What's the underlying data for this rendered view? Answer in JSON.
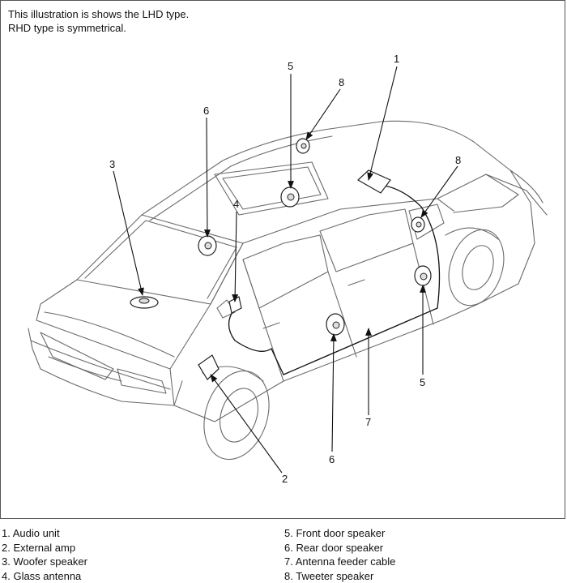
{
  "note": {
    "line1": "This illustration is shows the LHD type.",
    "line2": "RHD type is symmetrical."
  },
  "callouts": {
    "c1": "1",
    "c2": "2",
    "c3": "3",
    "c4": "4",
    "c5_top": "5",
    "c5_right": "5",
    "c6_top": "6",
    "c6_bottom": "6",
    "c7": "7",
    "c8_top": "8",
    "c8_right": "8"
  },
  "legend": {
    "left": [
      "1. Audio unit",
      "2. External amp",
      "3. Woofer speaker",
      "4. Glass antenna"
    ],
    "right": [
      "5. Front door speaker",
      "6. Rear door speaker",
      "7. Antenna feeder cable",
      "8. Tweeter speaker"
    ]
  }
}
